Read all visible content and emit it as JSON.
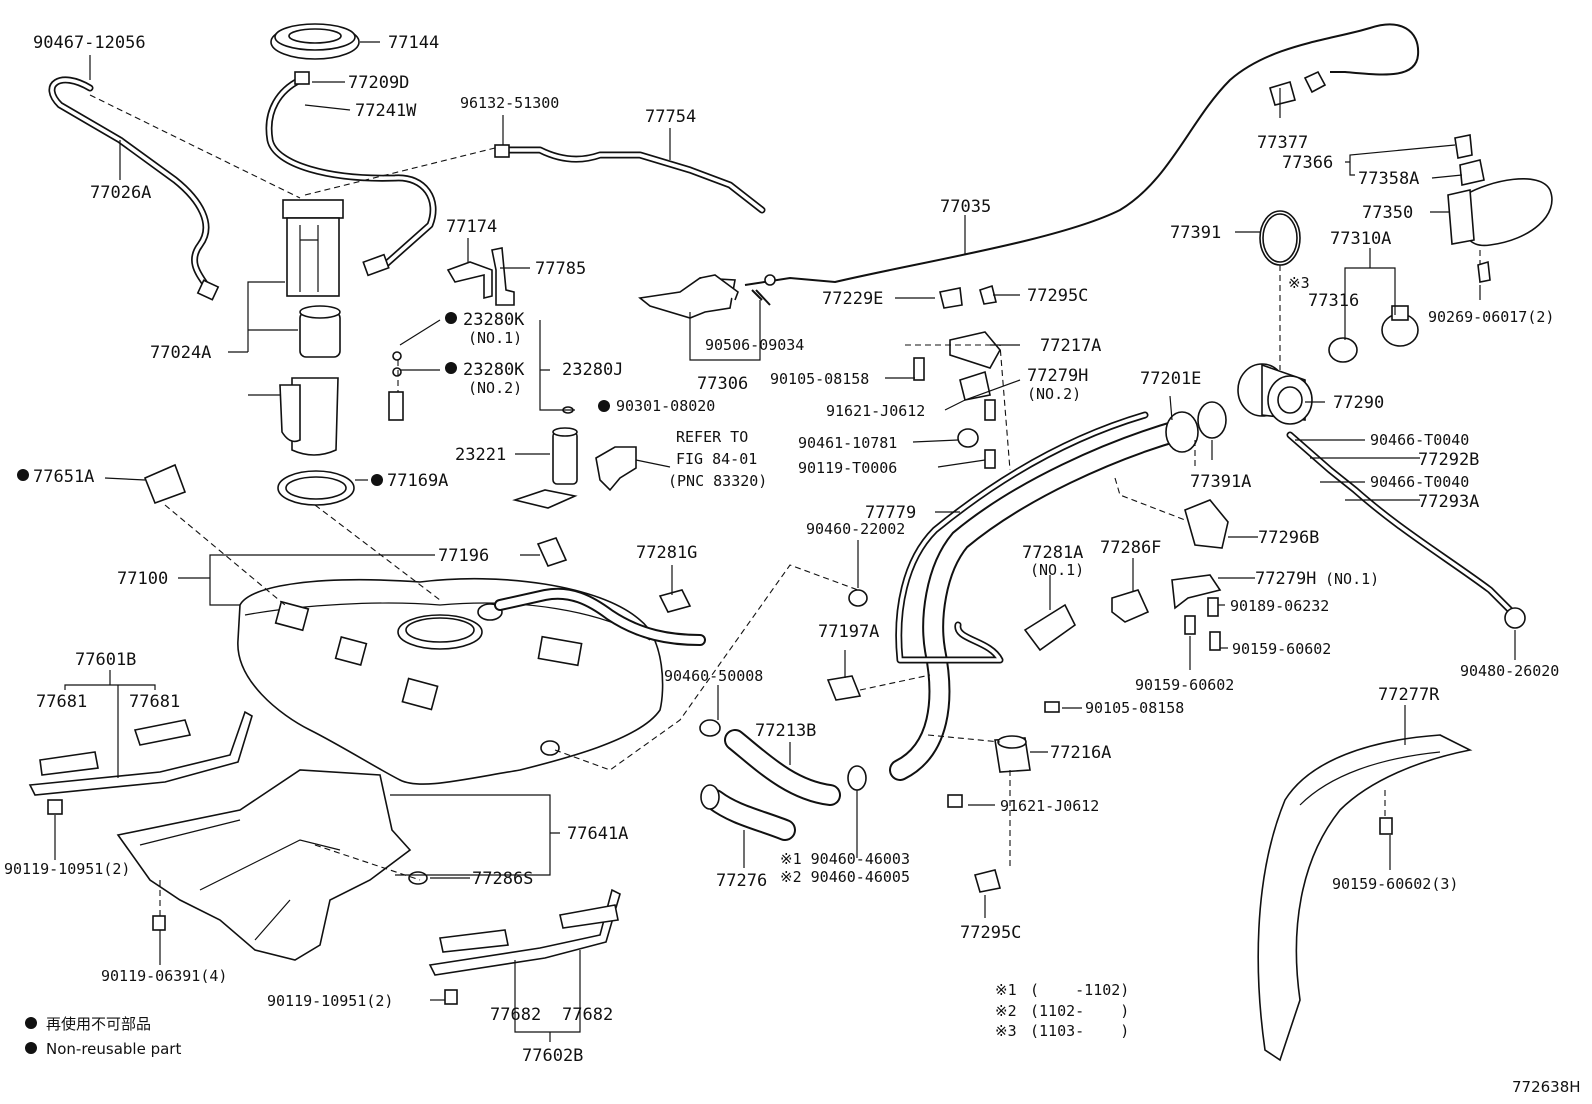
{
  "figure_id": "772638H",
  "refer": {
    "line1": "REFER TO",
    "line2": "FIG 84-01",
    "line3": "(PNC 83320)"
  },
  "legend": {
    "jp": "再使用不可部品",
    "en": "Non-reusable part"
  },
  "notes": [
    {
      "mark": "※1",
      "range": "(    -1102)"
    },
    {
      "mark": "※2",
      "range": "(1102-    )"
    },
    {
      "mark": "※3",
      "range": "(1103-    )"
    }
  ],
  "labels": {
    "l90467_12056": "90467-12056",
    "l77144": "77144",
    "l77209d": "77209D",
    "l77241w": "77241W",
    "l96132_51300": "96132-51300",
    "l77754": "77754",
    "l77026a": "77026A",
    "l77024a": "77024A",
    "l77174": "77174",
    "l77785": "77785",
    "l23280k_1": "23280K",
    "l_no1": "(NO.1)",
    "l23280k_2": "23280K",
    "l_no2": "(NO.2)",
    "l23280j": "23280J",
    "l90301_08020": "90301-08020",
    "l23221": "23221",
    "l77651a": "77651A",
    "l77169a": "77169A",
    "l90506_09034": "90506-09034",
    "l77306": "77306",
    "l77035": "77035",
    "l77229e": "77229E",
    "l77295c_top": "77295C",
    "l77217a": "77217A",
    "l90105_08158_a": "90105-08158",
    "l77279h_top": "77279H",
    "l_no2b": "(NO.2)",
    "l91621_j0612_a": "91621-J0612",
    "l90461_10781": "90461-10781",
    "l90119_t0006": "90119-T0006",
    "l77201e": "77201E",
    "l77391a": "77391A",
    "l77377": "77377",
    "l77366": "77366",
    "l77358a": "77358A",
    "l77391": "77391",
    "l77350": "77350",
    "l77310a": "77310A",
    "l_note3": "※3",
    "l77316": "77316",
    "l90269_06017": "90269-06017(2)",
    "l77290": "77290",
    "l90466_t0040_a": "90466-T0040",
    "l77292b": "77292B",
    "l90466_t0040_b": "90466-T0040",
    "l77293a": "77293A",
    "l77196": "77196",
    "l77100": "77100",
    "l77281g": "77281G",
    "l77779": "77779",
    "l90460_22002": "90460-22002",
    "l77281a": "77281A",
    "l_no1b": "(NO.1)",
    "l77286f": "77286F",
    "l77296b": "77296B",
    "l77279h_bot": "77279H",
    "l_no1c": "(NO.1)",
    "l90189_06232": "90189-06232",
    "l90159_60602_a": "90159-60602",
    "l90159_60602_b": "90159-60602",
    "l90480_26020": "90480-26020",
    "l77601b": "77601B",
    "l77681_a": "77681",
    "l77681_b": "77681",
    "l90460_50008": "90460-50008",
    "l77197a": "77197A",
    "l77213b": "77213B",
    "l90105_08158_b": "90105-08158",
    "l77216a": "77216A",
    "l77277r": "77277R",
    "l91621_j0612_b": "91621-J0612",
    "l90119_10951_a": "90119-10951(2)",
    "l77641a": "77641A",
    "l77286s": "77286S",
    "l77276": "77276",
    "l90460_46003": "※1 90460-46003",
    "l90460_46005": "※2 90460-46005",
    "l90159_60602_3": "90159-60602(3)",
    "l77295c_bot": "77295C",
    "l90119_06391": "90119-06391(4)",
    "l90119_10951_b": "90119-10951(2)",
    "l77682_a": "77682",
    "l77682_b": "77682",
    "l77602b": "77602B"
  }
}
